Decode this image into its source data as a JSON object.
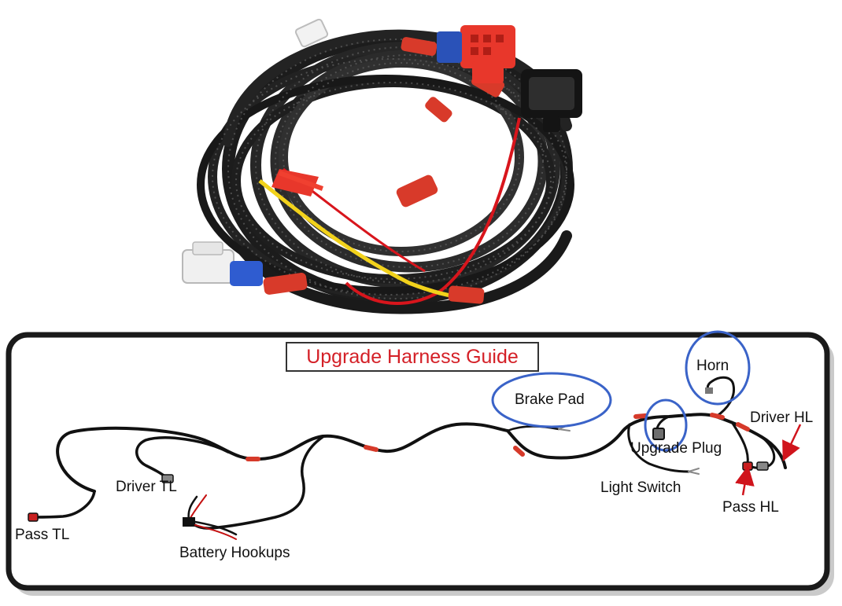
{
  "guide": {
    "title": "Upgrade Harness Guide",
    "labels": {
      "horn": "Horn",
      "brake_pad": "Brake Pad",
      "driver_hl": "Driver HL",
      "upgrade_plug": "Upgrade Plug",
      "light_switch": "Light Switch",
      "pass_hl": "Pass HL",
      "driver_tl": "Driver TL",
      "pass_tl": "Pass TL",
      "battery_hookups": "Battery Hookups"
    }
  },
  "colors": {
    "title_red": "#d42027",
    "highlight_blue": "#3a63c8",
    "arrow_red": "#d0141c",
    "wire_black": "#111111",
    "sleeve_red": "#d63a2a",
    "frame_dark": "#1a1a1a"
  }
}
